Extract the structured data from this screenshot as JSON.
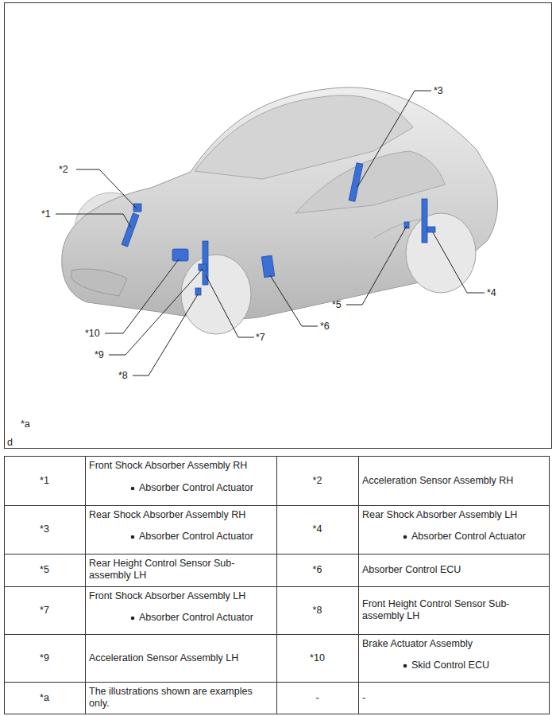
{
  "diagram": {
    "labels": [
      "*2",
      "*1",
      "*3",
      "*4",
      "*5",
      "*6",
      "*7",
      "*8",
      "*9",
      "*10",
      "*a",
      "d",
      "*1",
      "Front Shock Absorber Assembly RH",
      "Absorber Control Actuator",
      "*2",
      "Acceleration Sensor Assembly RH",
      "*3",
      "Rear Shock Absorber Assembly RH",
      "Absorber Control Actuator",
      "*4",
      "Rear Shock Absorber Assembly LH",
      "Absorber Control Actuator",
      "*5",
      "Rear Height Control Sensor Sub-assembly LH",
      "*6",
      "Absorber Control ECU",
      "*7",
      "Front Shock Absorber Assembly LH",
      "Absorber Control Actuator",
      "*8",
      "Front Height Control Sensor Sub-assembly LH",
      "*9",
      "Acceleration Sensor Assembly LH",
      "*10",
      "Brake Actuator Assembly",
      "Skid Control ECU",
      "*a",
      "The illustrations shown are examples only.",
      "-",
      "-"
    ]
  }
}
